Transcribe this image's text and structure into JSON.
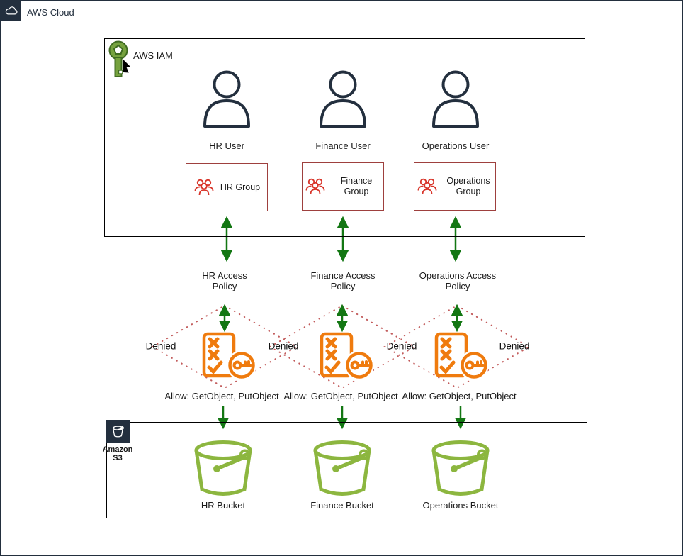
{
  "header": {
    "aws_cloud_label": "AWS Cloud"
  },
  "iam_box": {
    "label": "AWS IAM"
  },
  "s3_box": {
    "label_line1": "Amazon",
    "label_line2": "S3"
  },
  "columns": [
    {
      "user": "HR User",
      "group": "HR Group",
      "policy_line1": "HR Access",
      "policy_line2": "Policy",
      "allow": "Allow: GetObject, PutObject",
      "bucket": "HR Bucket"
    },
    {
      "user": "Finance  User",
      "group": "Finance Group",
      "policy_line1": "Finance  Access",
      "policy_line2": "Policy",
      "allow": "Allow: GetObject, PutObject",
      "bucket": "Finance  Bucket"
    },
    {
      "user": "Operations User",
      "group": "Operations Group",
      "policy_line1": "Operations Access",
      "policy_line2": "Policy",
      "allow": "Allow: GetObject, PutObject",
      "bucket": "Operations Bucket"
    }
  ],
  "denied_labels": [
    "Denied",
    "Denied",
    "Denied",
    "Denied"
  ],
  "colors": {
    "dark_navy": "#232F3E",
    "arrow_green": "#137713",
    "policy_orange": "#EF7B0E",
    "group_red": "#D8352A",
    "group_border": "#9E403E",
    "bucket_green": "#8CB63F",
    "key_green": "#76A23E",
    "denied_dot": "#C25B5B"
  }
}
